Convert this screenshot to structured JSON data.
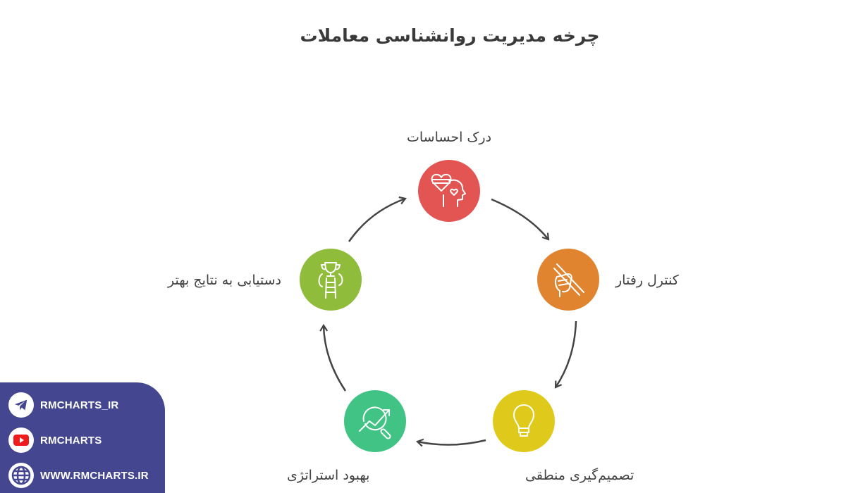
{
  "title": "چرخه مدیریت روانشناسی معاملات",
  "cycle": {
    "nodes": [
      {
        "label": "درک احساسات",
        "icon": "heart-head-icon",
        "color": "#e35552"
      },
      {
        "label": "کنترل رفتار",
        "icon": "hand-holding-stick-icon",
        "color": "#e0842f"
      },
      {
        "label": "تصمیم‌گیری منطقی",
        "icon": "lightbulb-icon",
        "color": "#dfc91b"
      },
      {
        "label": "بهبود استراتژی",
        "icon": "chart-magnifier-icon",
        "color": "#40c384"
      },
      {
        "label": "دستیابی به نتایج بهتر",
        "icon": "trophy-ladder-icon",
        "color": "#8fbc3a"
      }
    ],
    "arrow_color": "#444444"
  },
  "social": {
    "background": "#444790",
    "items": [
      {
        "icon": "telegram-icon",
        "text": "RMCHARTS_IR"
      },
      {
        "icon": "youtube-icon",
        "text": "RMCHARTS"
      },
      {
        "icon": "globe-icon",
        "text": "WWW.RMCHARTS.IR"
      }
    ]
  }
}
